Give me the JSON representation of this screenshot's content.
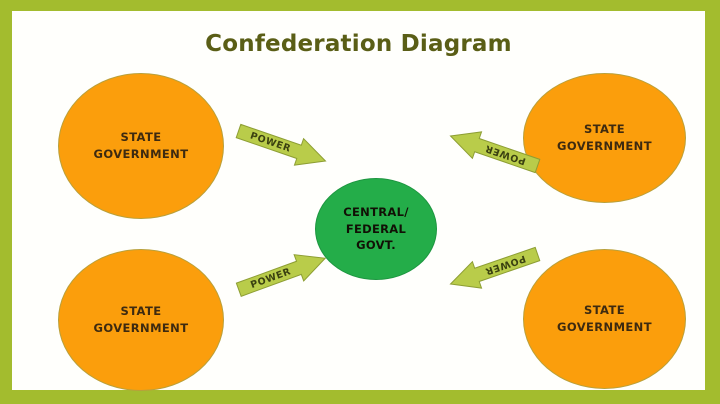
{
  "frame": {
    "border_color": "#a3bc2e",
    "background_color": "#fffffc"
  },
  "title": "Confederation Diagram",
  "colors": {
    "state_fill": "#fb9e0c",
    "central_fill": "#24ad49",
    "arrow_fill": "#b9cc4a",
    "title_text": "#5a5e16"
  },
  "nodes": {
    "central": {
      "line1": "CENTRAL/",
      "line2": "FEDERAL",
      "line3": "GOVT."
    },
    "states": [
      {
        "id": "top-left",
        "line1": "STATE",
        "line2": "GOVERNMENT"
      },
      {
        "id": "top-right",
        "line1": "STATE",
        "line2": "GOVERNMENT"
      },
      {
        "id": "bottom-left",
        "line1": "STATE",
        "line2": "GOVERNMENT"
      },
      {
        "id": "bottom-right",
        "line1": "STATE",
        "line2": "GOVERNMENT"
      }
    ]
  },
  "arrows": [
    {
      "id": "top-left-to-center",
      "label": "POWER",
      "direction": "state-to-central"
    },
    {
      "id": "top-right-to-center",
      "label": "POWER",
      "direction": "state-to-central"
    },
    {
      "id": "bottom-left-to-center",
      "label": "POWER",
      "direction": "state-to-central"
    },
    {
      "id": "bottom-right-to-center",
      "label": "POWER",
      "direction": "state-to-central"
    }
  ]
}
